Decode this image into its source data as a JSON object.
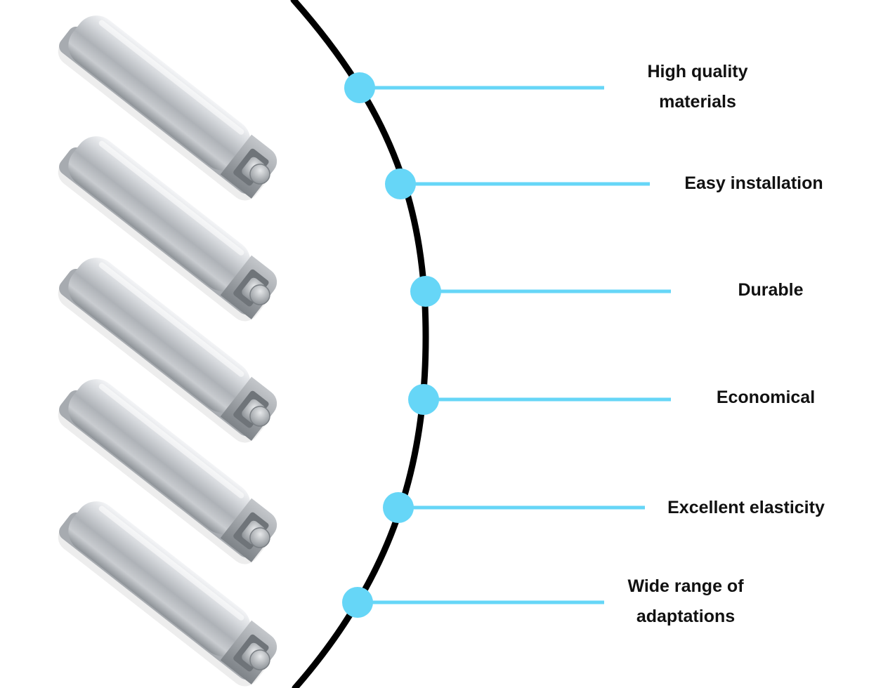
{
  "colors": {
    "background": "#ffffff",
    "arc": "#000000",
    "accent_dot": "#66d6f7",
    "connector_line": "#66d6f7",
    "text": "#111111",
    "product_metal_light": "#e9ebee",
    "product_metal_mid": "#b8bcc1",
    "product_metal_dark": "#8a8f95"
  },
  "product": {
    "name_icon": "push-latch-icon",
    "count": 5
  },
  "features": [
    {
      "lines": [
        "High quality",
        "materials"
      ]
    },
    {
      "lines": [
        "Easy installation"
      ]
    },
    {
      "lines": [
        "Durable"
      ]
    },
    {
      "lines": [
        "Economical"
      ]
    },
    {
      "lines": [
        "Excellent elasticity"
      ]
    },
    {
      "lines": [
        "Wide range of",
        "adaptations"
      ]
    }
  ]
}
